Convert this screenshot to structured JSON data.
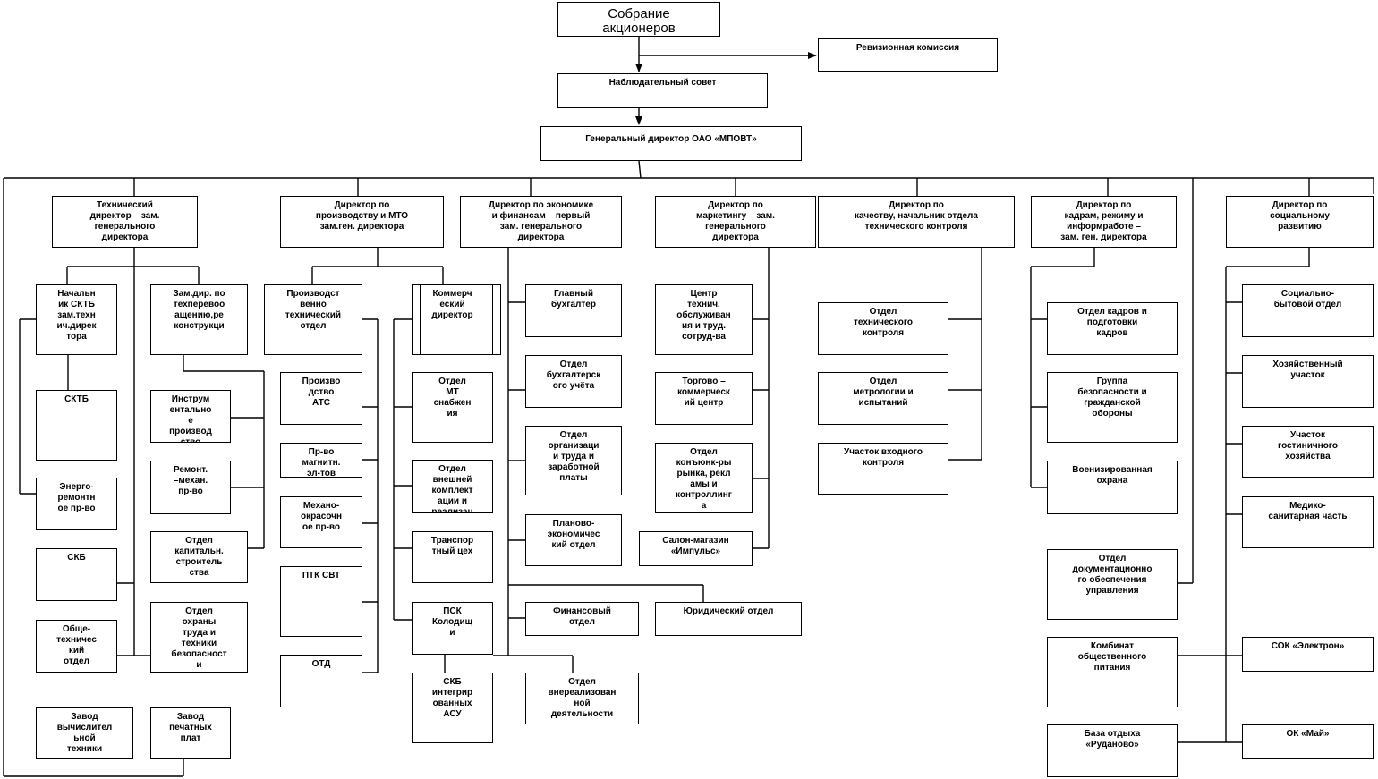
{
  "top": {
    "shareholders": "Собрание\nакционеров",
    "audit": "Ревизионная комиссия",
    "board": "Наблюдательный совет",
    "ceo": "Генеральный директор ОАО «МПОВТ»"
  },
  "directors": {
    "tech": "Технический\nдиректор – зам.\nгенерального\nдиректора",
    "production": "Директор по\nпроизводству и МТО\nзам.ген. директора",
    "economics": "Директор по экономике\nи финансам – первый\nзам. генерального\nдиректора",
    "marketing": "Директор по\nмаркетингу – зам.\nгенерального\nдиректора",
    "quality": "Директор по\nкачеству, начальник отдела\nтехнического контроля",
    "hr": "Директор по\nкадрам, режиму и\nинформработе –\nзам. ген. директора",
    "social": "Директор по\nсоциальному\nразвитию"
  },
  "tech": {
    "sktb_head": "Начальн\nик СКТБ\nзам.техн\nич.дирек\nтора",
    "retool": "Зам.дир. по\nтехперевоо\nащению,ре\nконструкци",
    "sktb": "СКТБ",
    "tools": "Инструм\nентально\nе\nпроизвод\nство",
    "energy": "Энерго-\nремонтн\nое пр-во",
    "repair": "Ремонт.\n–механ.\nпр-во",
    "construction": "Отдел\nкапитальн.\nстроитель\nства",
    "skb": "СКБ",
    "safety": "Отдел\nохраны\nтруда и\nтехники\nбезопасност\nи",
    "general": "Обще-\nтехничес\nкий\nотдел",
    "computers": "Завод\nвычислител\nьной\nтехники",
    "boards": "Завод\nпечатных\nплат"
  },
  "production": {
    "pto": "Производст\nвенно\nтехнический\nотдел",
    "commercial": "Коммерч\nеский\nдиректор",
    "ats": "Произво\nдство\nАТС",
    "mto": "Отдел\nМТ\nснабжен\nия",
    "magnet": "Пр-во\nмагнитн.\nэл-тов",
    "external": "Отдел\nвнешней\nкомплект\nации и\nреализац\nии",
    "paint": "Механо-\nокрасочн\nое пр-во",
    "transport": "Транспор\nтный цех",
    "ptk": "ПТК СВТ",
    "psk": "ПСК\nКолодищ\nи",
    "otd": "ОТД",
    "skb_asu": "СКБ\nинтегрир\nованных\nАСУ"
  },
  "economics": {
    "accountant": "Главный\nбухгалтер",
    "accounting": "Отдел\nбухгалтерск\nого учёта",
    "labor": "Отдел\nорганизаци\nи труда и\nзаработной\nплаты",
    "planning": "Планово-\nэкономичес\nкий отдел",
    "finance": "Финансовый\nотдел",
    "legal": "Юридический отдел",
    "nonsales": "Отдел\nвнереализован\nной\nдеятельности"
  },
  "marketing": {
    "service": "Центр\nтехнич.\nобслуживан\nия и труд.\nсотруд-ва",
    "trade": "Торгово –\nкоммерческ\nий центр",
    "market": "Отдел\nконъюнк-ры\nрынка, рекл\nамы и\nконтроллинг\nа",
    "salon": "Салон-магазин\n«Импульс»"
  },
  "quality": {
    "otk": "Отдел\nтехнического\nконтроля",
    "metrology": "Отдел\nметрологии и\nиспытаний",
    "incoming": "Участок входного\nконтроля"
  },
  "hr": {
    "personnel": "Отдел кадров и\nподготовки\nкадров",
    "civil": "Группа\nбезопасности и\nгражданской\nобороны",
    "guard": "Военизированная\nохрана",
    "docs": "Отдел\nдокументационно\nго обеспечения\nуправления",
    "catering": "Комбинат\nобщественного\nпитания",
    "recreation": "База отдыха\n«Руданово»"
  },
  "social": {
    "welfare": "Социально-\nбытовой отдел",
    "household": "Хозяйственный\nучасток",
    "hotel": "Участок\nгостиничного\nхозяйства",
    "medical": "Медико-\nсанитарная часть",
    "sok": "СОК «Электрон»",
    "ok": "ОК «Май»"
  }
}
